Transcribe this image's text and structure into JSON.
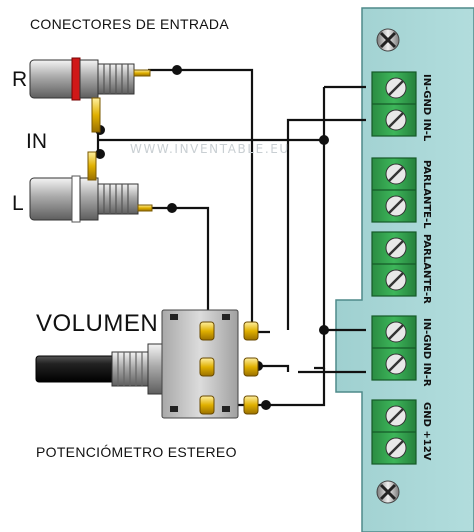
{
  "labels": {
    "title": "CONECTORES DE ENTRADA",
    "right": "R",
    "input": "IN",
    "left": "L",
    "volume": "VOLUMEN",
    "potentiometer": "POTENCIÓMETRO ESTEREO",
    "watermark": "WWW.INVENTABLE.EU"
  },
  "terminals": [
    {
      "top": "IN-GND",
      "bottom": "IN-L"
    },
    {
      "top": "PARLANTE-L",
      "bottom": ""
    },
    {
      "top": "PARLANTE-R",
      "bottom": ""
    },
    {
      "top": "IN-GND",
      "bottom": "IN-R"
    },
    {
      "top": "GND",
      "bottom": "+12V"
    }
  ],
  "colors": {
    "board": "#a8d6d6",
    "terminal": "#2e9a4a",
    "wire": "#111111",
    "rca_red_ring": "#d01818",
    "pot_body": "#c7c7c7",
    "solder": "#e2b400"
  }
}
